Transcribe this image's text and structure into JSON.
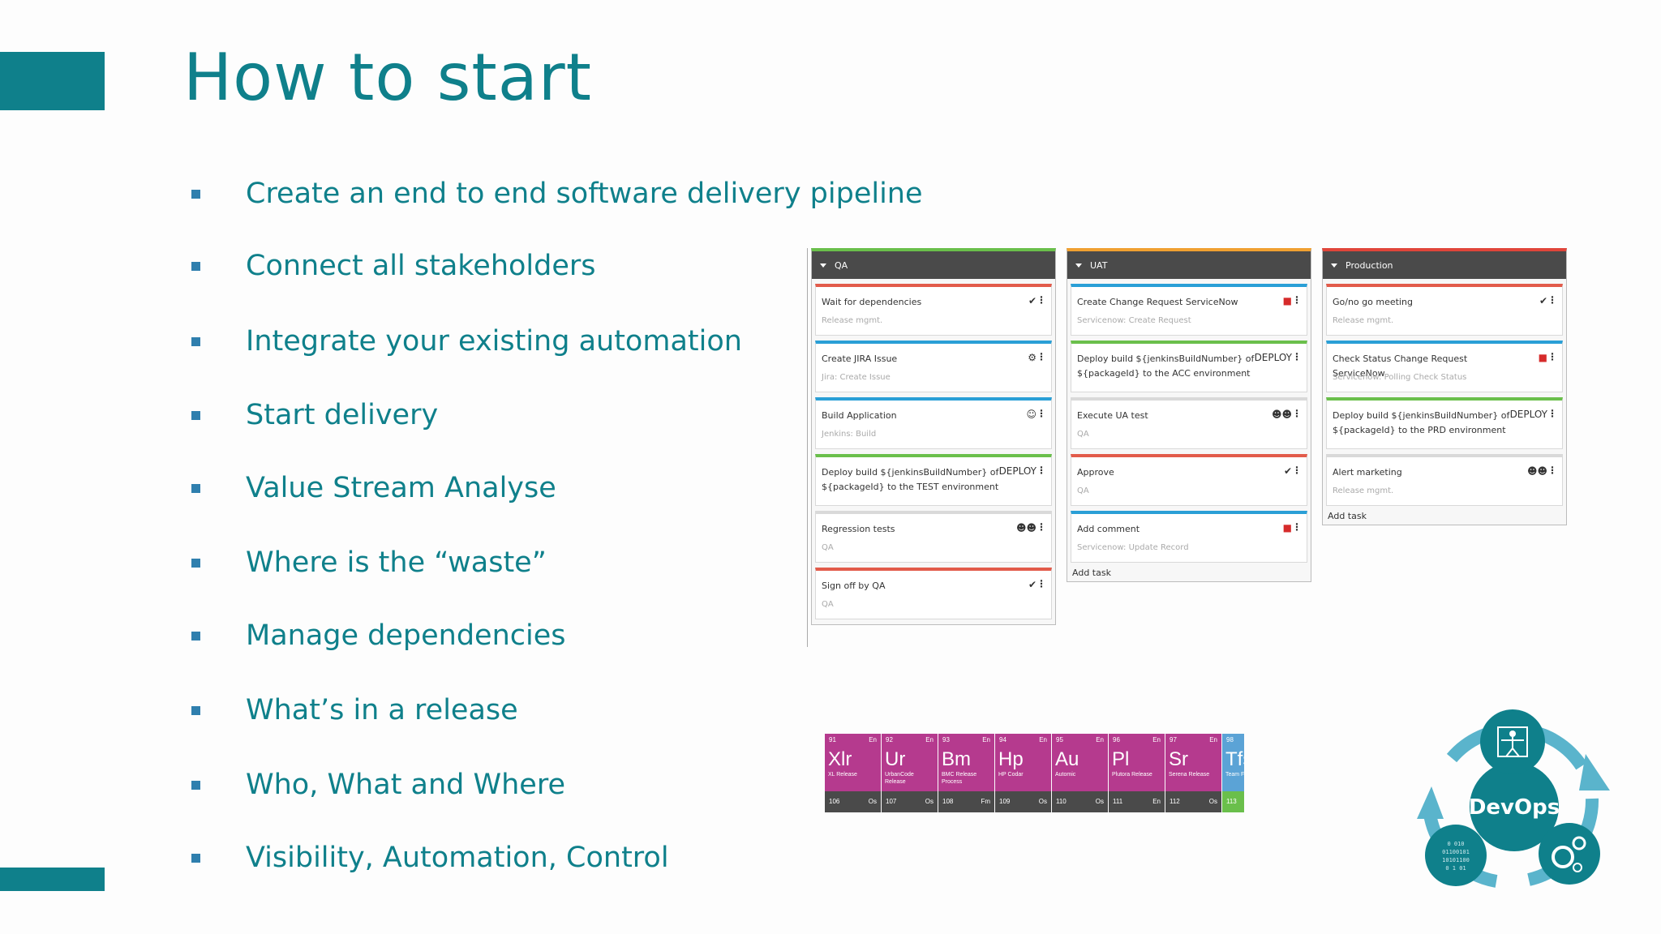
{
  "slide": {
    "title": "How to start",
    "bullets": [
      "Create an end to end software delivery pipeline",
      "Connect all stakeholders",
      "Integrate your existing automation",
      "Start delivery",
      "Value Stream Analyse",
      "Where is the “waste”",
      "Manage dependencies",
      "What’s in a release",
      "Who, What and Where",
      "Visibility, Automation, Control"
    ]
  },
  "colors": {
    "accent": "#0f808b",
    "bullet": "#2f7fae"
  },
  "board": {
    "columns": [
      {
        "name": "QA",
        "color": "#6abf4b",
        "tasks": [
          {
            "name": "Wait for dependencies",
            "sub": "Release mgmt.",
            "icon": "check-circle-icon",
            "color": "#e25b4a"
          },
          {
            "name": "Create JIRA Issue",
            "sub": "Jira: Create Issue",
            "icon": "gear-icon",
            "color": "#2a9fd6"
          },
          {
            "name": "Build Application",
            "sub": "Jenkins: Build",
            "icon": "jenkins-icon",
            "color": "#2a9fd6"
          },
          {
            "name": "Deploy build ${jenkinsBuildNumber} of ${packageId} to the TEST environment",
            "sub": "",
            "icon": "deploy-icon",
            "color": "#6abf4b"
          },
          {
            "name": "Regression tests",
            "sub": "QA",
            "icon": "users-icon",
            "color": "#d9d9d9"
          },
          {
            "name": "Sign off by QA",
            "sub": "QA",
            "icon": "check-circle-icon",
            "color": "#e25b4a"
          }
        ],
        "add_task": ""
      },
      {
        "name": "UAT",
        "color": "#f0a030",
        "tasks": [
          {
            "name": "Create Change Request ServiceNow",
            "sub": "Servicenow: Create Request",
            "icon": "servicenow-icon",
            "color": "#2a9fd6"
          },
          {
            "name": "Deploy build ${jenkinsBuildNumber} of ${packageId} to the ACC environment",
            "sub": "",
            "icon": "deploy-icon",
            "color": "#6abf4b"
          },
          {
            "name": "Execute UA test",
            "sub": "QA",
            "icon": "users-icon",
            "color": "#d9d9d9"
          },
          {
            "name": "Approve",
            "sub": "QA",
            "icon": "check-circle-icon",
            "color": "#e25b4a"
          },
          {
            "name": "Add comment",
            "sub": "Servicenow: Update Record",
            "icon": "servicenow-icon",
            "color": "#2a9fd6"
          }
        ],
        "add_task": "Add task"
      },
      {
        "name": "Production",
        "color": "#e0453a",
        "tasks": [
          {
            "name": "Go/no go meeting",
            "sub": "Release mgmt.",
            "icon": "check-circle-icon",
            "color": "#e25b4a"
          },
          {
            "name": "Check Status Change Request ServiceNow",
            "sub": "Servicenow: Polling Check Status",
            "icon": "servicenow-icon",
            "color": "#2a9fd6"
          },
          {
            "name": "Deploy build ${jenkinsBuildNumber} of ${packageId} to the PRD environment",
            "sub": "",
            "icon": "deploy-icon",
            "color": "#6abf4b"
          },
          {
            "name": "Alert marketing",
            "sub": "Release mgmt.",
            "icon": "users-icon",
            "color": "#d9d9d9"
          }
        ],
        "add_task": "Add task"
      }
    ],
    "deploy_label": "DEPLOY"
  },
  "tiles": [
    {
      "num": "91",
      "cat": "En",
      "sym": "Xlr",
      "name": "XL Release",
      "bnum": "106",
      "bcat": "Os",
      "color": "#b53a8e",
      "bcolor": "#4a4a4a"
    },
    {
      "num": "92",
      "cat": "En",
      "sym": "Ur",
      "name": "UrbanCode Release",
      "bnum": "107",
      "bcat": "Os",
      "color": "#b53a8e",
      "bcolor": "#4a4a4a"
    },
    {
      "num": "93",
      "cat": "En",
      "sym": "Bm",
      "name": "BMC Release Process",
      "bnum": "108",
      "bcat": "Fm",
      "color": "#b53a8e",
      "bcolor": "#4a4a4a"
    },
    {
      "num": "94",
      "cat": "En",
      "sym": "Hp",
      "name": "HP Codar",
      "bnum": "109",
      "bcat": "Os",
      "color": "#b53a8e",
      "bcolor": "#4a4a4a"
    },
    {
      "num": "95",
      "cat": "En",
      "sym": "Au",
      "name": "Automic",
      "bnum": "110",
      "bcat": "Os",
      "color": "#b53a8e",
      "bcolor": "#4a4a4a"
    },
    {
      "num": "96",
      "cat": "En",
      "sym": "Pl",
      "name": "Plutora Release",
      "bnum": "111",
      "bcat": "En",
      "color": "#b53a8e",
      "bcolor": "#4a4a4a"
    },
    {
      "num": "97",
      "cat": "En",
      "sym": "Sr",
      "name": "Serena Release",
      "bnum": "112",
      "bcat": "Os",
      "color": "#b53a8e",
      "bcolor": "#4a4a4a"
    },
    {
      "num": "98",
      "cat": "",
      "sym": "Tfs",
      "name": "Team Found",
      "bnum": "113",
      "bcat": "",
      "color": "#5ba3d6",
      "bcolor": "#6abf4b"
    }
  ],
  "logo": {
    "label": "DevOps",
    "icons": [
      "vitruvian-man-icon",
      "binary-code-icon",
      "gears-icon"
    ]
  }
}
